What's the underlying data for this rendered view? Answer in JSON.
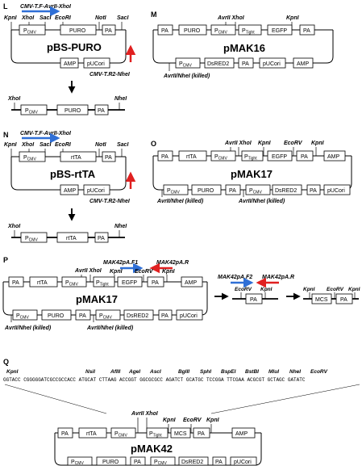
{
  "panels": {
    "L": "L",
    "M": "M",
    "N": "N",
    "O": "O",
    "P": "P",
    "Q": "Q"
  },
  "plasmids": {
    "bs_puro": "pBS-PURO",
    "bs_rtta": "pBS-rtTA",
    "pmak16": "pMAK16",
    "pmak17": "pMAK17",
    "pmak42": "pMAK42"
  },
  "elements": {
    "pcmv": "PCMV",
    "ptight": "PTight",
    "puro": "PURO",
    "rtta": "rtTA",
    "pa": "PA",
    "egfp": "EGFP",
    "dsred2": "DsRED2",
    "amp": "AMP",
    "pucori": "pUCori",
    "mcs": "MCS"
  },
  "sites": {
    "kpni": "KpnI",
    "xhoi": "XhoI",
    "saci": "SacI",
    "ecori": "EcoRI",
    "noti": "NotI",
    "nhei": "NheI",
    "avrii_xhoi": "AvrII XhoI",
    "ecorv": "EcoRV",
    "avrii_nhei_killed": "AvrII/NheI (killed)"
  },
  "primers": {
    "cmv_f": "CMV-T.F-AvrII-XhoI",
    "cmv_r": "CMV-T.R2-NheI",
    "mak42_f1": "MAK42pA.F1",
    "mak42_f2": "MAK42pA.F2",
    "mak42_r": "MAK42pA.R"
  },
  "mcs_sites": [
    "NsiI",
    "AflII",
    "AgeI",
    "AscI",
    "BglII",
    "SphI",
    "BspEI",
    "BstBI",
    "MluI",
    "NheI",
    "EcoRV"
  ],
  "mcs_sequence": "GGTACC CGGGGGATCGCCGCCACC ATGCAT CTTAAG ACCGGT GGCGCGCC AGATCT GCATGC TCCGGA TTCGAA ACGCGT GCTAGC GATATC",
  "colors": {
    "arrow_blue": "#2f6fd6",
    "arrow_red": "#e02020",
    "line": "#000000"
  }
}
